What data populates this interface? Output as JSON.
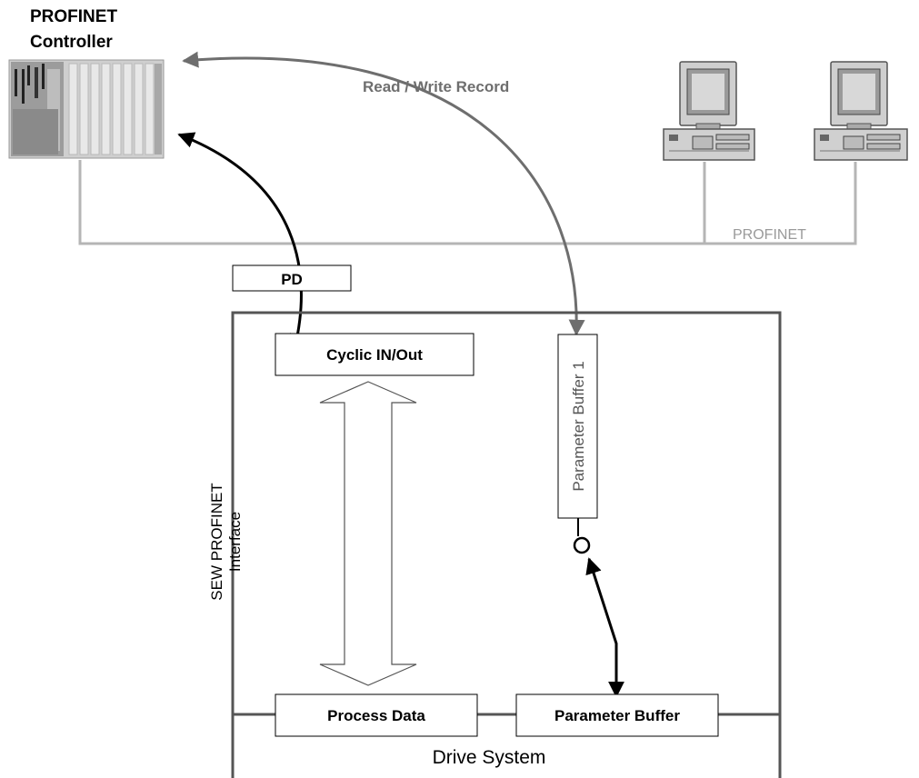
{
  "controller": {
    "title_line1": "PROFINET",
    "title_line2": "Controller"
  },
  "network": {
    "label": "PROFINET"
  },
  "arrows": {
    "read_write_label": "Read / Write Record",
    "pd_label": "PD"
  },
  "interface": {
    "label_line1": "SEW PROFINET",
    "label_line2": "Interface",
    "cyclic_box": "Cyclic IN/Out",
    "param_buffer1": "Parameter Buffer 1",
    "process_data": "Process Data",
    "param_buffer": "Parameter Buffer",
    "drive_system": "Drive System"
  },
  "colors": {
    "bus_line": "#b5b5b5",
    "record_arrow": "#6e6e6e",
    "pd_arrow": "#000000",
    "frame": "#555555"
  },
  "icons": [
    "plc-controller-icon",
    "workstation-pc-icon",
    "workstation-pc-icon"
  ]
}
